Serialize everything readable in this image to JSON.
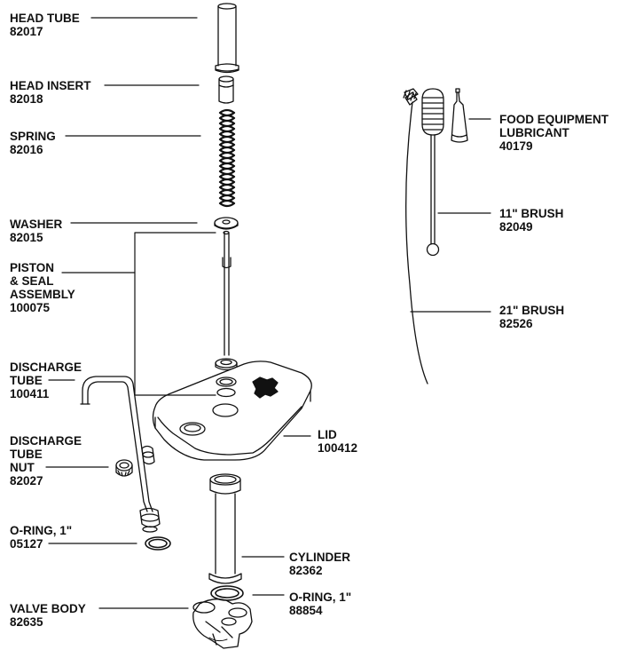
{
  "parts": {
    "head_tube": {
      "name": "HEAD TUBE",
      "number": "82017"
    },
    "head_insert": {
      "name": "HEAD INSERT",
      "number": "82018"
    },
    "spring": {
      "name": "SPRING",
      "number": "82016"
    },
    "washer": {
      "name": "WASHER",
      "number": "82015"
    },
    "piston": {
      "name_lines": [
        "PISTON",
        "& SEAL",
        "ASSEMBLY"
      ],
      "number": "100075"
    },
    "discharge_tube": {
      "name_lines": [
        "DISCHARGE",
        "TUBE"
      ],
      "number": "100411"
    },
    "discharge_nut": {
      "name_lines": [
        "DISCHARGE",
        "TUBE",
        "NUT"
      ],
      "number": "82027"
    },
    "oring_left": {
      "name": "O-RING, 1\"",
      "number": "05127"
    },
    "valve_body": {
      "name": "VALVE BODY",
      "number": "82635"
    },
    "lid": {
      "name": "LID",
      "number": "100412"
    },
    "cylinder": {
      "name": "CYLINDER",
      "number": "82362"
    },
    "oring_right": {
      "name": "O-RING, 1\"",
      "number": "88854"
    },
    "lubricant": {
      "name_lines": [
        "FOOD EQUIPMENT",
        "LUBRICANT"
      ],
      "number": "40179"
    },
    "brush_11": {
      "name": "11\" BRUSH",
      "number": "82049"
    },
    "brush_21": {
      "name": "21\" BRUSH",
      "number": "82526"
    }
  }
}
